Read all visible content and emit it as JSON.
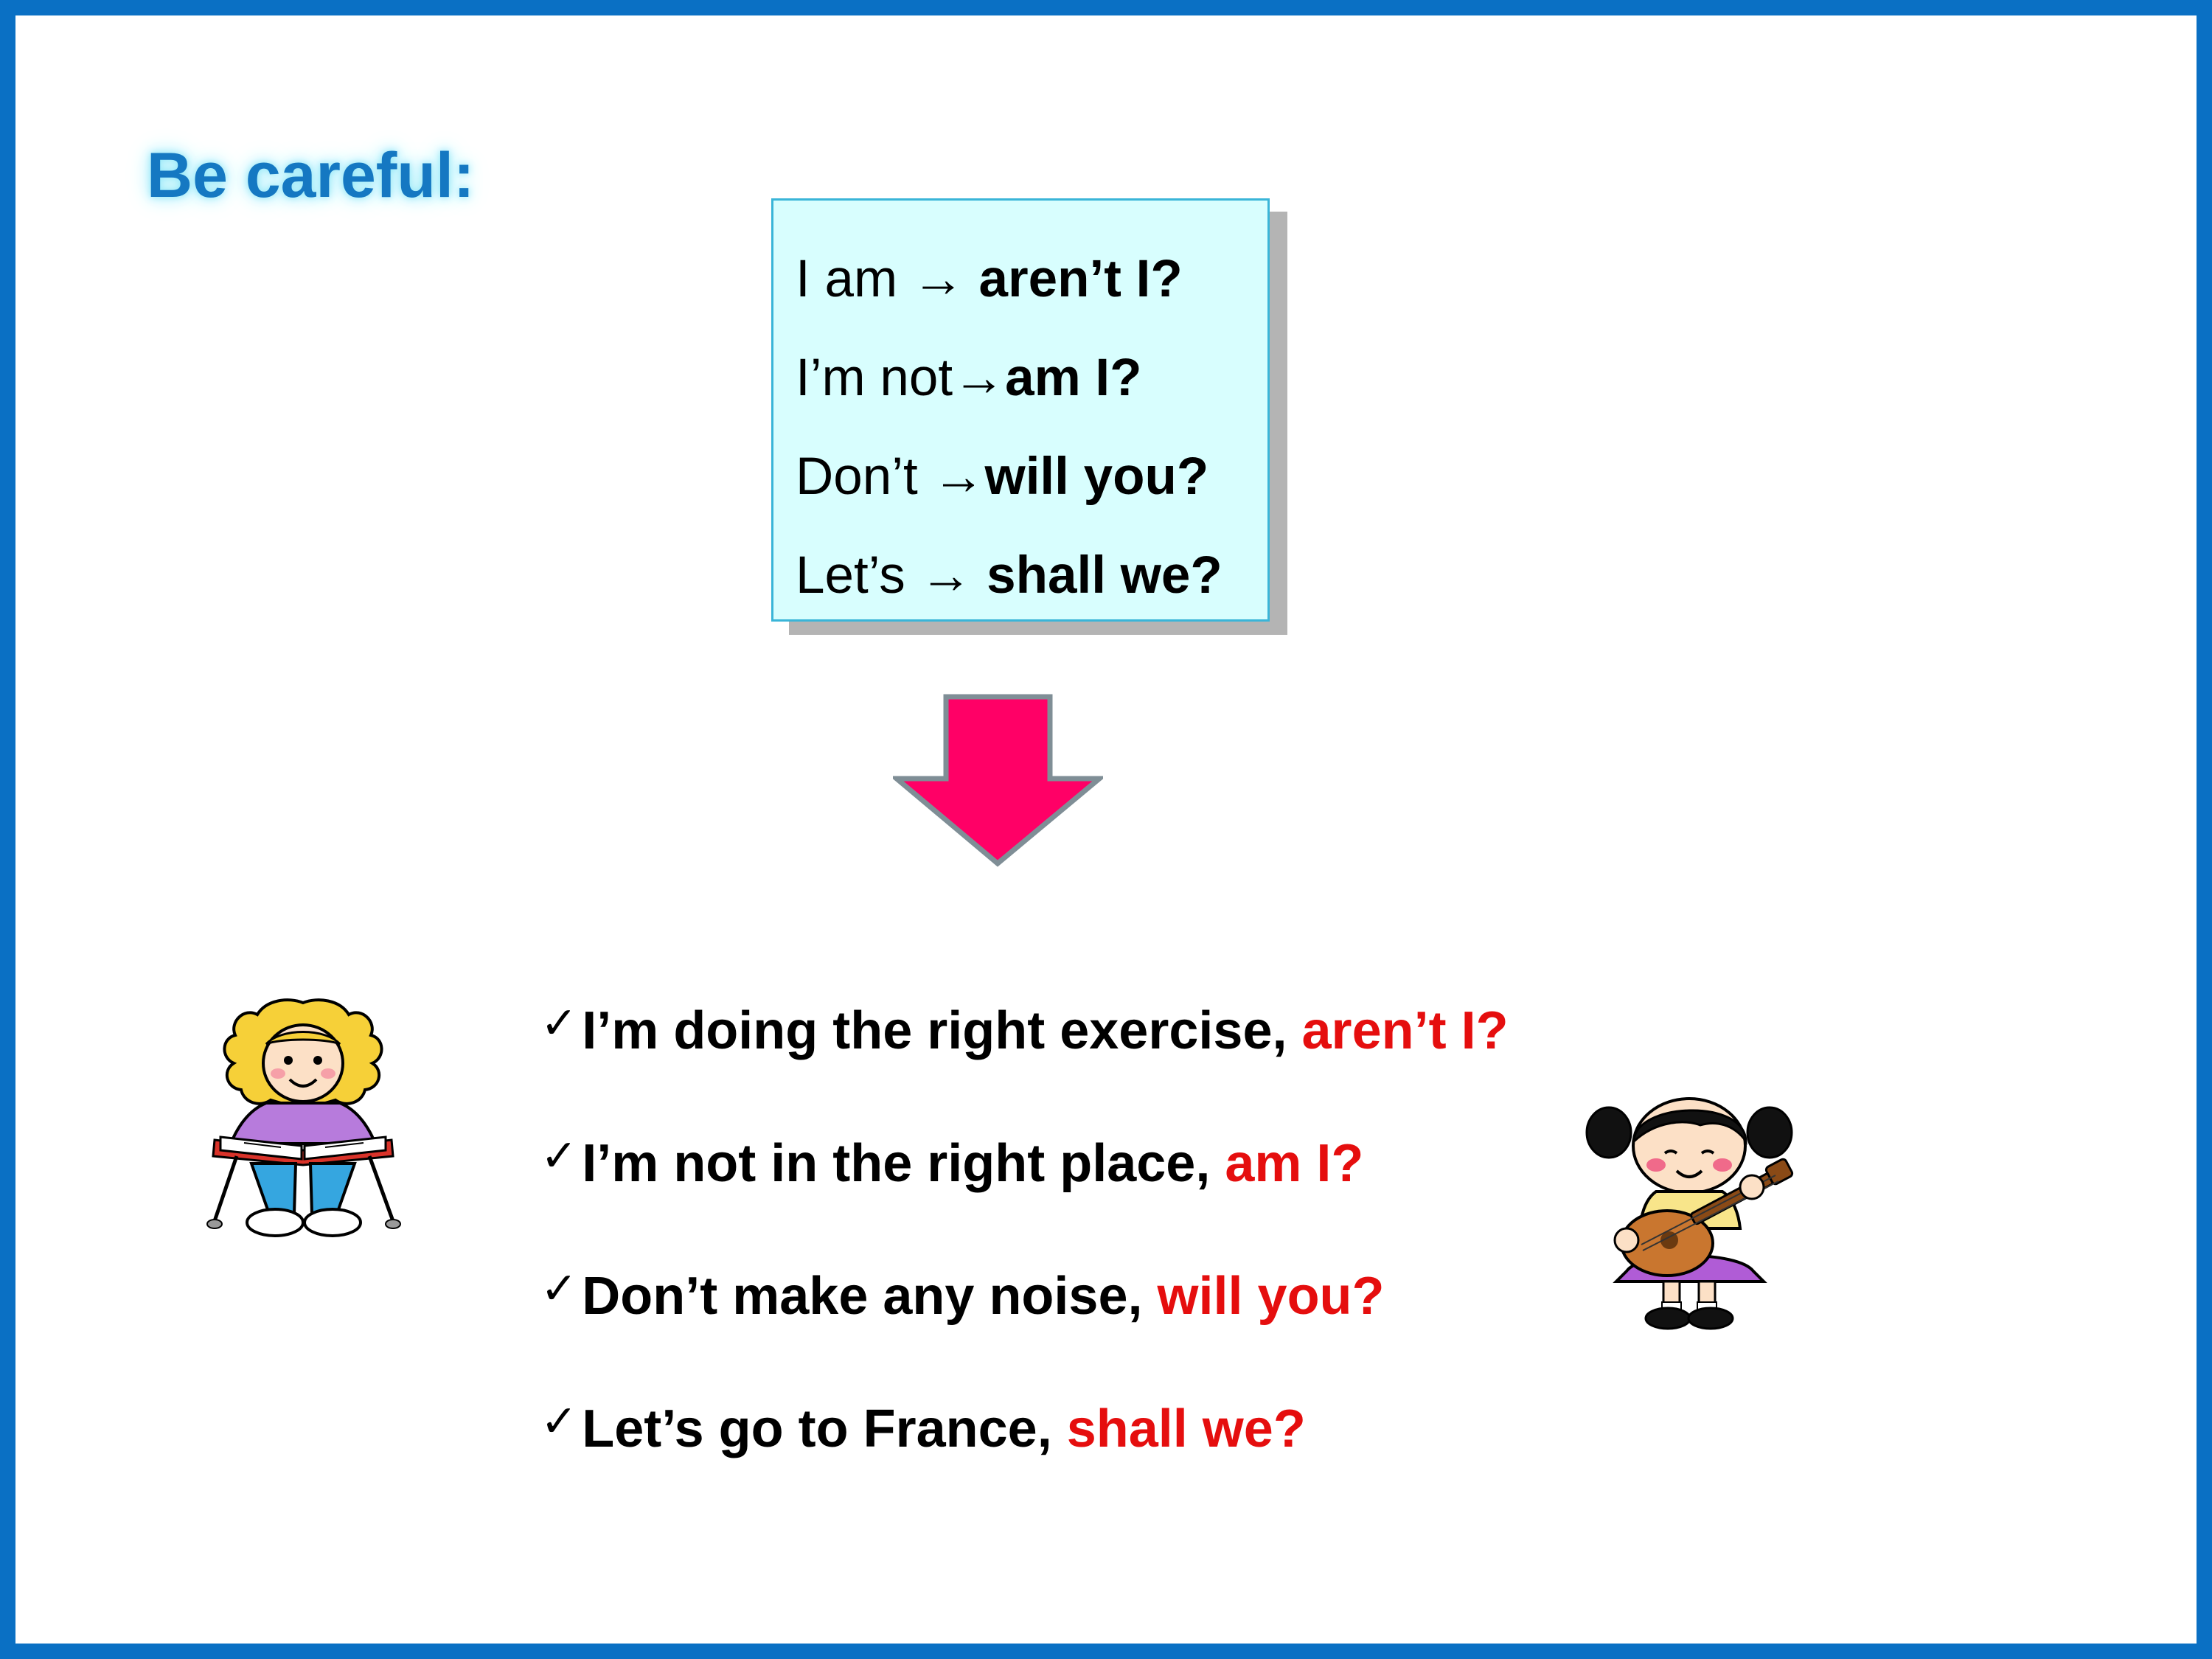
{
  "slide": {
    "heading": "Be careful:",
    "rules": [
      {
        "prefix": "I am ",
        "arrow": "→",
        "answer": " aren’t I?"
      },
      {
        "prefix": "I’m not",
        "arrow": "→",
        "answer": "am I?"
      },
      {
        "prefix": "Don’t ",
        "arrow": "→",
        "answer": "will you?"
      },
      {
        "prefix": "Let’s ",
        "arrow": "→",
        "answer": " shall we?"
      }
    ],
    "check_mark": "✓",
    "examples": [
      {
        "sentence": "I’m doing the right exercise, ",
        "tag": "aren’t I?"
      },
      {
        "sentence": "I’m not in the right place, ",
        "tag": "am I?"
      },
      {
        "sentence": "Don’t make any noise, ",
        "tag": "will you?"
      },
      {
        "sentence": "Let’s go to France, ",
        "tag": "shall we?"
      }
    ]
  },
  "colors": {
    "frame": "#0A70C4",
    "heading": "#1578C2",
    "box_fill": "#D8FEFE",
    "box_border": "#3AB5D8",
    "arrow": "#FF0066",
    "tag": "#E50E0E"
  },
  "icons": [
    "down-arrow-icon",
    "check-mark-icon",
    "girl-reading-illustration",
    "girl-playing-guitar-illustration"
  ]
}
